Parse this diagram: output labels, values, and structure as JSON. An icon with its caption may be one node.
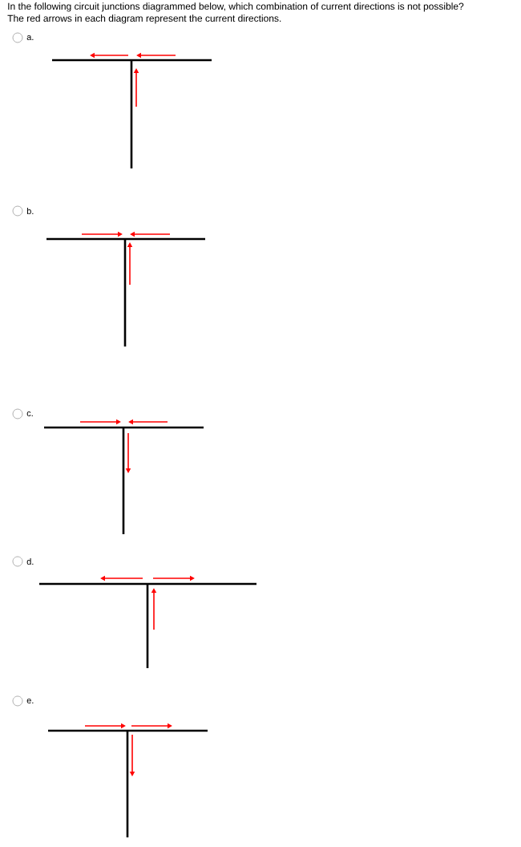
{
  "diagram": {
    "labels": [
      "In the following circuit junctions diagrammed below, which combination of current directions is not possible?",
      "The red arrows in each diagram represent the current directions.",
      "a.",
      "b.",
      "c.",
      "d.",
      "e."
    ]
  }
}
